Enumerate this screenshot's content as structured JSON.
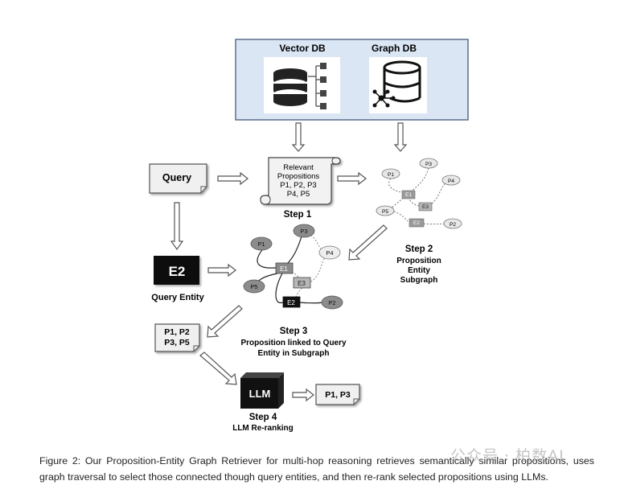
{
  "db_panel": {
    "vector_db": "Vector DB",
    "graph_db": "Graph DB"
  },
  "query": {
    "label": "Query"
  },
  "scroll": {
    "lines": [
      "Relevant",
      "Propositions",
      "P1, P2, P3",
      "P4, P5"
    ]
  },
  "step1": {
    "label": "Step 1"
  },
  "step2": {
    "lines": [
      "Step 2",
      "Proposition",
      "Entity",
      "Subgraph"
    ]
  },
  "entity_box": {
    "label": "E2",
    "caption": "Query Entity"
  },
  "step3": {
    "lines": [
      "Step 3",
      "Proposition linked to Query",
      "Entity in Subgraph"
    ]
  },
  "result_box": {
    "lines": [
      "P1, P2",
      "P3, P5"
    ]
  },
  "llm": {
    "label": "LLM"
  },
  "step4": {
    "lines": [
      "Step 4",
      "LLM Re-ranking"
    ]
  },
  "final_box": {
    "label": "P1, P3"
  },
  "graph_small": {
    "nodes": [
      "P1",
      "P3",
      "P4",
      "P5",
      "P2"
    ],
    "entities": [
      "E1",
      "E3",
      "E2"
    ]
  },
  "graph_big": {
    "nodes": [
      "P1",
      "P3",
      "P4",
      "P5",
      "P2"
    ],
    "entities": [
      "E1",
      "E3",
      "E2"
    ]
  },
  "caption": "Figure 2: Our Proposition-Entity Graph Retriever for multi-hop reasoning retrieves semantically similar propositions, uses graph traversal to select those connected though query entities, and then re-rank selected propositions using LLMs.",
  "watermark": "公众号 · 柏数AI",
  "colors": {
    "panel_bg": "#dbe6f5",
    "panel_border": "#5a6f8c",
    "box_bg": "#f0f0f0",
    "entity_dark": "#111111",
    "node_gray": "#8c8c8c",
    "node_light": "#e8e8e8"
  }
}
